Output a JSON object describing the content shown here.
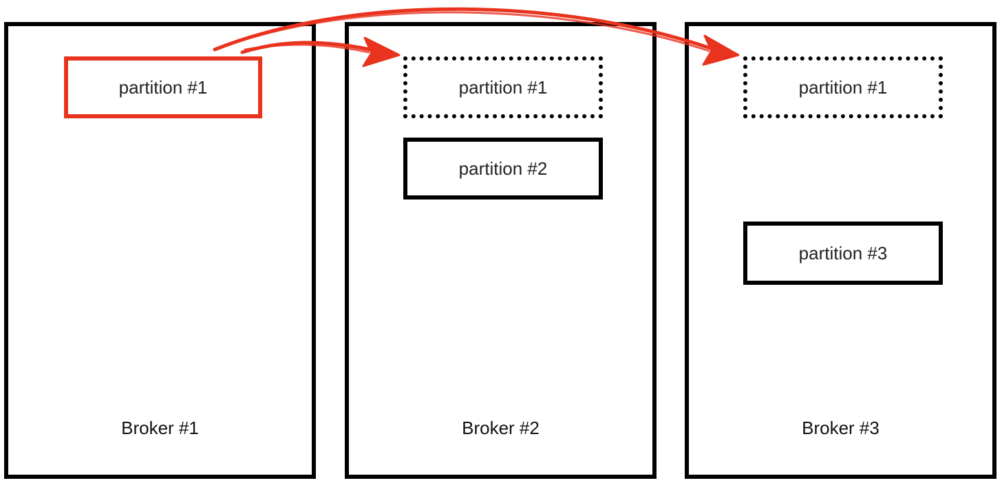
{
  "brokers": [
    {
      "label": "Broker #1"
    },
    {
      "label": "Broker #2"
    },
    {
      "label": "Broker #3"
    }
  ],
  "partitions": {
    "b1_leader": "partition #1",
    "b2_replica": "partition #1",
    "b2_p2": "partition #2",
    "b3_replica": "partition #1",
    "b3_p3": "partition #3"
  },
  "colors": {
    "leader": "#e8331f",
    "border": "#000000"
  }
}
